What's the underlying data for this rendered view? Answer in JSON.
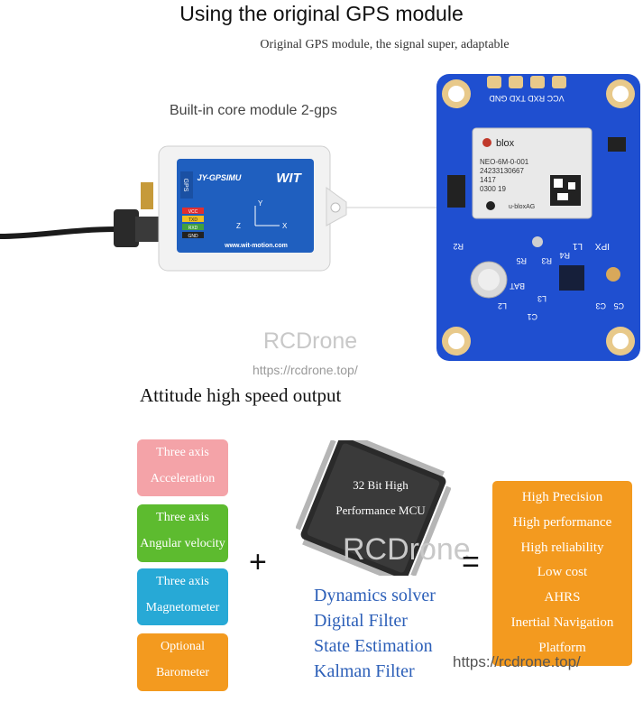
{
  "header": {
    "title": "Using the original GPS module",
    "subtitle": "Original GPS module, the signal super, adaptable"
  },
  "core_label": "Built-in core module 2-gps",
  "imu": {
    "model": "JY-GPSIMU",
    "brand": "WIT",
    "url": "www.wit-motion.com",
    "side_label": "GPS",
    "pins": [
      "VCC",
      "TXD",
      "RXD",
      "GND"
    ],
    "axes": [
      "Z",
      "X",
      "Y"
    ]
  },
  "gps": {
    "top_pins": "VCC RXD TXD GND",
    "module_brand": "blox",
    "module_model": "NEO-6M-0-001",
    "module_serial": "24233130667",
    "module_code1": "1417",
    "module_code2": "0300 19",
    "module_maker": "u-bloxAG",
    "labels": [
      "IPX",
      "L1",
      "R3",
      "R5",
      "R2",
      "BAT",
      "L2",
      "C5",
      "C3",
      "L3",
      "C1",
      "R4"
    ]
  },
  "watermark": {
    "brand": "RCDrone",
    "url": "https://rcdrone.top/"
  },
  "section_title": "Attitude high speed output",
  "sensors": [
    {
      "line1": "Three axis",
      "line2": "Acceleration",
      "color": "#f4a3a8"
    },
    {
      "line1": "Three axis",
      "line2": "Angular velocity",
      "color": "#5dbb2f"
    },
    {
      "line1": "Three axis",
      "line2": "Magnetometer",
      "color": "#27a9d6"
    },
    {
      "line1": "Optional",
      "line2": "Barometer",
      "color": "#f39a1f"
    }
  ],
  "plus": "+",
  "equals": "=",
  "chip": {
    "line1": "32 Bit High",
    "line2": "Performance MCU"
  },
  "algorithms": [
    "Dynamics solver",
    "Digital Filter",
    "State Estimation",
    "Kalman Filter"
  ],
  "results": [
    "High Precision",
    "High performance",
    "High reliability",
    "Low cost",
    "AHRS",
    "Inertial Navigation",
    "Platform"
  ]
}
